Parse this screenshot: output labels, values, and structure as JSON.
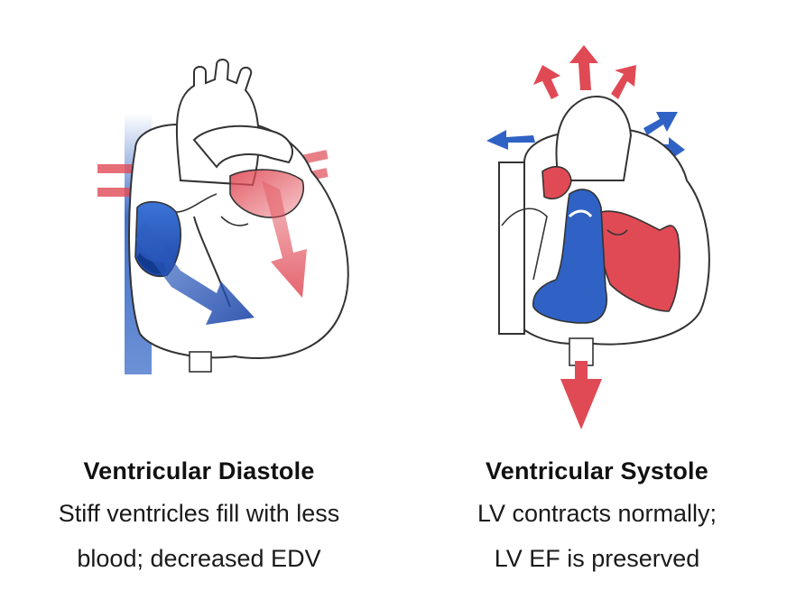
{
  "panels": [
    {
      "title": "Ventricular Diastole",
      "line1": "Stiff ventricles fill with less",
      "line2": "blood; decreased EDV"
    },
    {
      "title": "Ventricular Systole",
      "line1": "LV contracts normally;",
      "line2": "LV EF is preserved"
    }
  ],
  "colors": {
    "oxygenated": "#e04a55",
    "deoxygenated": "#2f62c4",
    "outline": "#333333"
  }
}
